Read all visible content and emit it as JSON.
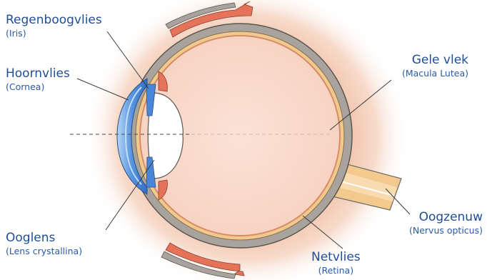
{
  "labels": {
    "iris": {
      "name": "Regenboogvlies",
      "latin": "(Iris)"
    },
    "cornea": {
      "name": "Hoornvlies",
      "latin": "(Cornea)"
    },
    "lens": {
      "name": "Ooglens",
      "latin": "(Lens crystallina)"
    },
    "macula": {
      "name": "Gele vlek",
      "latin": "(Macula Lutea)"
    },
    "nerve": {
      "name": "Oogzenuw",
      "latin": "(Nervus opticus)"
    },
    "retina": {
      "name": "Netvlies",
      "latin": "(Retina)"
    }
  },
  "colors": {
    "glow": "#f2c7b0",
    "interior": "#f9d9cb",
    "sclera": "#a8a39c",
    "sclera_outline": "#5a5650",
    "retina_layer": "#f0c98c",
    "cornea": "#4a86d8",
    "cornea_light": "#a9cdf2",
    "muscle": "#e5735a",
    "label_text": "#1f4e96"
  }
}
